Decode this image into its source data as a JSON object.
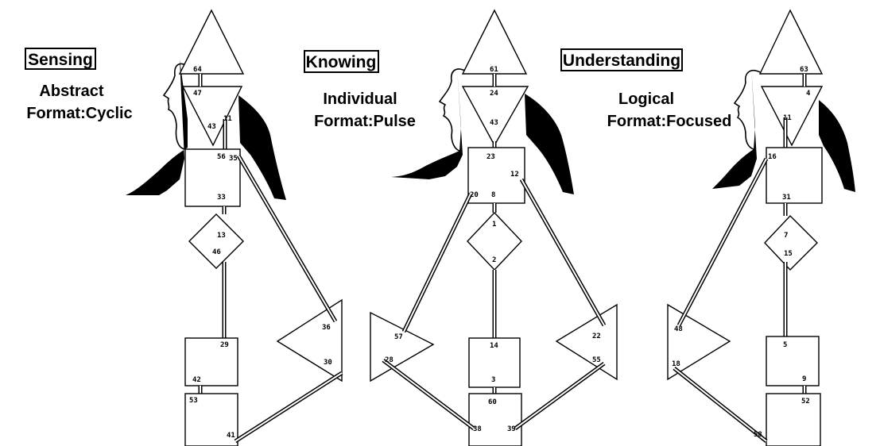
{
  "figures": [
    {
      "id": "sensing",
      "title": "Sensing",
      "line1": "Abstract",
      "line2": "Format:Cyclic",
      "gates": [
        "64",
        "47",
        "11",
        "43",
        "56",
        "35",
        "33",
        "13",
        "46",
        "36",
        "29",
        "30",
        "42",
        "53",
        "41"
      ]
    },
    {
      "id": "knowing",
      "title": "Knowing",
      "line1": "Individual",
      "line2": "Format:Pulse",
      "gates": [
        "61",
        "24",
        "43",
        "23",
        "12",
        "20",
        "8",
        "1",
        "2",
        "57",
        "28",
        "14",
        "22",
        "55",
        "3",
        "60",
        "38",
        "39"
      ]
    },
    {
      "id": "understanding",
      "title": "Understanding",
      "line1": "Logical",
      "line2": "Format:Focused",
      "gates": [
        "63",
        "4",
        "11",
        "16",
        "31",
        "7",
        "15",
        "48",
        "18",
        "5",
        "9",
        "52",
        "58"
      ]
    }
  ],
  "colors": {
    "ink": "#000000",
    "paper": "#ffffff"
  }
}
